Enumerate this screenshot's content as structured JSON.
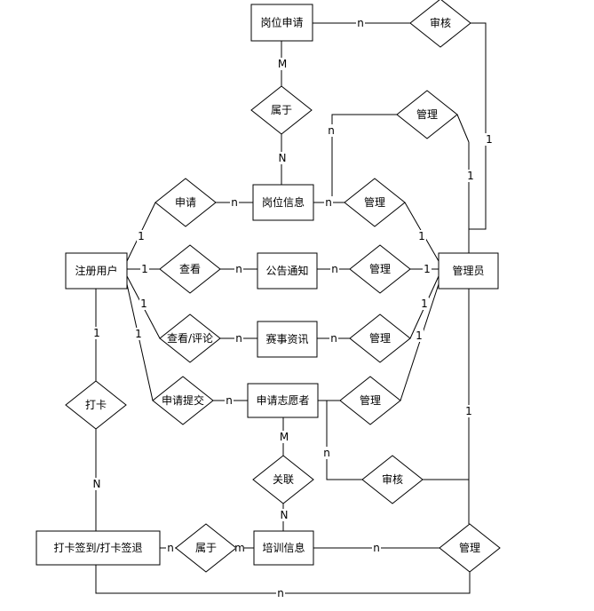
{
  "entities": [
    {
      "id": "job_apply",
      "label": "岗位申请"
    },
    {
      "id": "job_info",
      "label": "岗位信息"
    },
    {
      "id": "user",
      "label": "注册用户"
    },
    {
      "id": "notice",
      "label": "公告通知"
    },
    {
      "id": "admin",
      "label": "管理员"
    },
    {
      "id": "news",
      "label": "赛事资讯"
    },
    {
      "id": "volunteer",
      "label": "申请志愿者"
    },
    {
      "id": "checkin",
      "label": "打卡签到/打卡签退"
    },
    {
      "id": "training",
      "label": "培训信息"
    }
  ],
  "relations": [
    {
      "id": "r_audit_job",
      "label": "审核"
    },
    {
      "id": "r_belong_job",
      "label": "属于"
    },
    {
      "id": "r_manage_top",
      "label": "管理"
    },
    {
      "id": "r_apply",
      "label": "申请"
    },
    {
      "id": "r_manage_job",
      "label": "管理"
    },
    {
      "id": "r_view",
      "label": "查看"
    },
    {
      "id": "r_manage_notice",
      "label": "管理"
    },
    {
      "id": "r_view_comment",
      "label": "查看/评论"
    },
    {
      "id": "r_manage_news",
      "label": "管理"
    },
    {
      "id": "r_punch",
      "label": "打卡"
    },
    {
      "id": "r_submit",
      "label": "申请提交"
    },
    {
      "id": "r_manage_vol",
      "label": "管理"
    },
    {
      "id": "r_audit_vol",
      "label": "审核"
    },
    {
      "id": "r_assoc",
      "label": "关联"
    },
    {
      "id": "r_belong_train",
      "label": "属于"
    },
    {
      "id": "r_manage_train",
      "label": "管理"
    }
  ],
  "cardinalities": [
    {
      "id": "c1",
      "label": "n"
    },
    {
      "id": "c2",
      "label": "M"
    },
    {
      "id": "c3",
      "label": "N"
    },
    {
      "id": "c4",
      "label": "n"
    },
    {
      "id": "c5",
      "label": "1"
    },
    {
      "id": "c6",
      "label": "1"
    },
    {
      "id": "c7",
      "label": "n"
    },
    {
      "id": "c8",
      "label": "n"
    },
    {
      "id": "c9",
      "label": "1"
    },
    {
      "id": "c10",
      "label": "1"
    },
    {
      "id": "c11",
      "label": "1"
    },
    {
      "id": "c12",
      "label": "n"
    },
    {
      "id": "c13",
      "label": "n"
    },
    {
      "id": "c14",
      "label": "1"
    },
    {
      "id": "c15",
      "label": "1"
    },
    {
      "id": "c16",
      "label": "1"
    },
    {
      "id": "c17",
      "label": "n"
    },
    {
      "id": "c18",
      "label": "n"
    },
    {
      "id": "c19",
      "label": "1"
    },
    {
      "id": "c20",
      "label": "1"
    },
    {
      "id": "c21",
      "label": "1"
    },
    {
      "id": "c22",
      "label": "n"
    },
    {
      "id": "c23",
      "label": "1"
    },
    {
      "id": "c24",
      "label": "N"
    },
    {
      "id": "c25",
      "label": "M"
    },
    {
      "id": "c26",
      "label": "n"
    },
    {
      "id": "c27",
      "label": "N"
    },
    {
      "id": "c28",
      "label": "n"
    },
    {
      "id": "c29",
      "label": "m"
    },
    {
      "id": "c30",
      "label": "n"
    },
    {
      "id": "c31",
      "label": "n"
    }
  ]
}
